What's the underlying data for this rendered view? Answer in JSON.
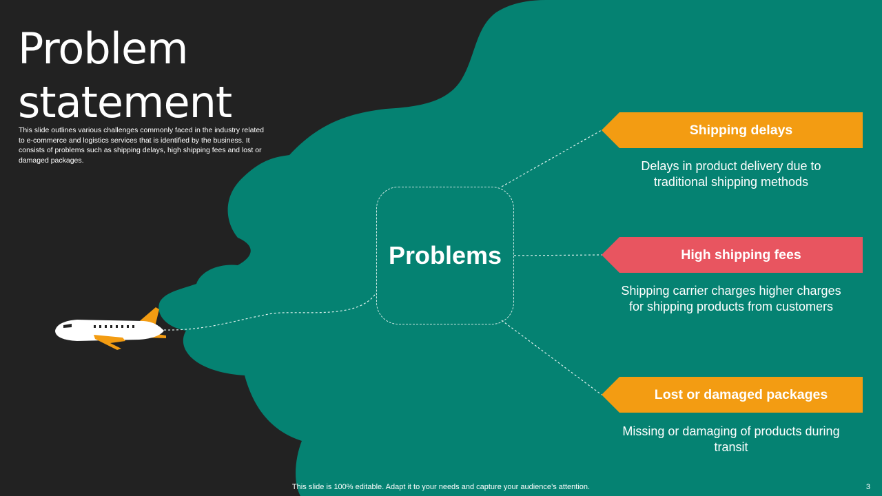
{
  "slide": {
    "title": "Problem statement",
    "subtitle": "This slide outlines various challenges commonly faced in the industry related to  e-commerce and logistics services that is identified by the business. It consists of problems such as shipping delays, high shipping fees and lost or damaged packages.",
    "center_label": "Problems",
    "problems": [
      {
        "label": "Shipping delays",
        "description": "Delays in product delivery due to traditional shipping methods",
        "color": "#F39C12"
      },
      {
        "label": "High shipping fees",
        "description": "Shipping carrier charges higher charges for shipping products from customers",
        "color": "#E85560"
      },
      {
        "label": "Lost or damaged packages",
        "description": "Missing or damaging of products during transit",
        "color": "#F39C12"
      }
    ],
    "footer": "This slide is 100% editable. Adapt it to your needs and capture your audience’s attention.",
    "page_number": "3"
  },
  "colors": {
    "background": "#222222",
    "teal": "#058272",
    "orange": "#F39C12",
    "red": "#E85560"
  },
  "icons": [
    "airplane-icon"
  ]
}
